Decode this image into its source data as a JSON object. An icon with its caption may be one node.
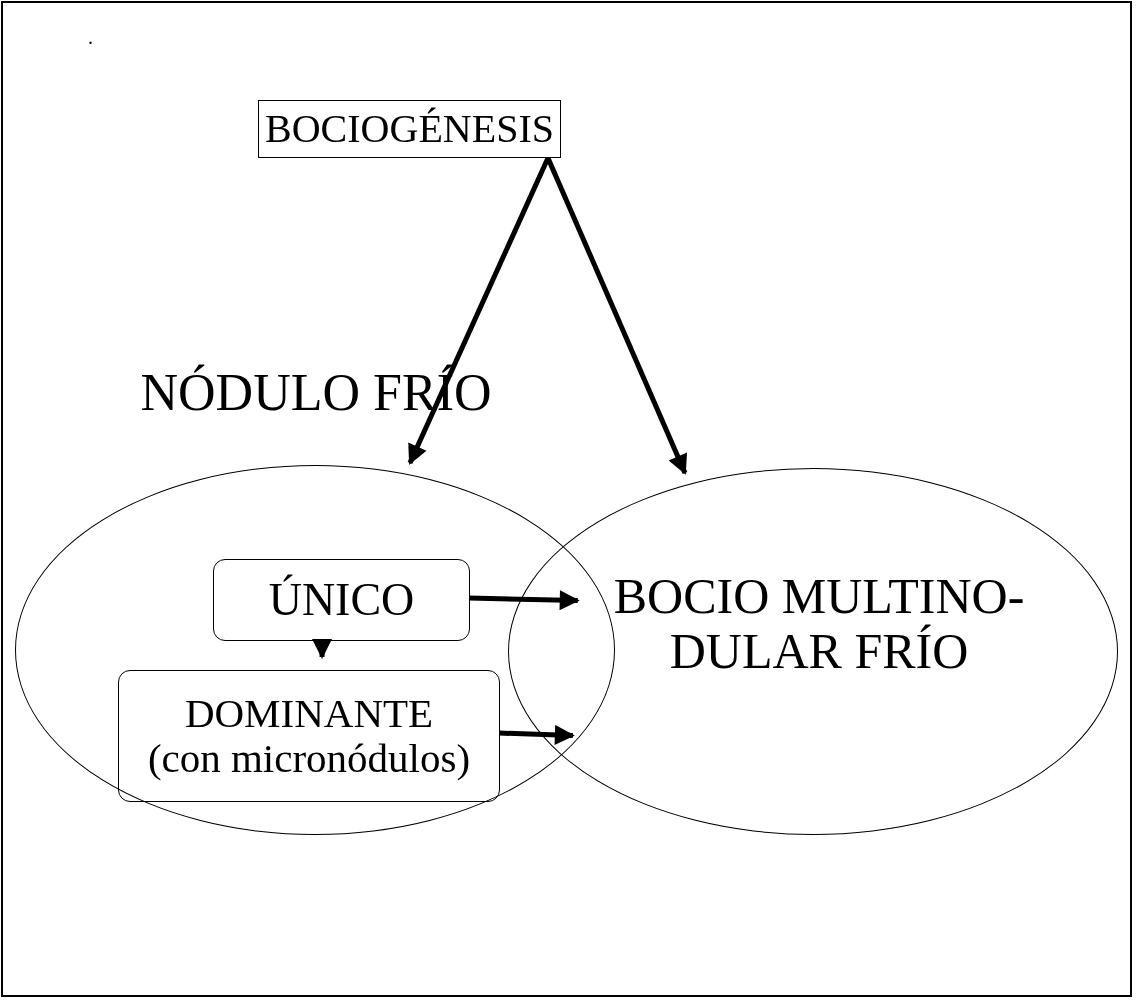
{
  "diagram": {
    "nodes": [
      {
        "text": [
          "BOCIOGÉNESIS"
        ]
      },
      {
        "text": [
          "NÓDULO FRÍO"
        ]
      },
      {
        "text": [
          "ÚNICO"
        ],
        "in": 1
      },
      {
        "text": [
          "DOMINANTE",
          "(con micronódulos)"
        ],
        "in": 1
      },
      {
        "text": [
          "BOCIO MULTINO- DULAR FRÍO"
        ]
      }
    ],
    "edges": [
      {
        "from": 0,
        "to": 1,
        "arrow": "to"
      },
      {
        "from": 0,
        "to": 4,
        "arrow": "to"
      },
      {
        "from": 2,
        "to": 4,
        "arrow": "to"
      },
      {
        "from": 2,
        "to": 3,
        "arrow": "to"
      },
      {
        "from": 3,
        "to": 4,
        "arrow": "to"
      }
    ],
    "labels": [
      "."
    ]
  }
}
